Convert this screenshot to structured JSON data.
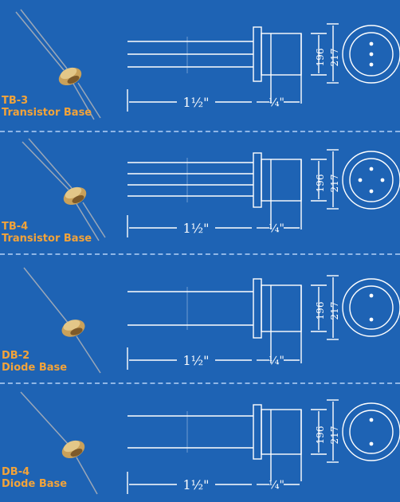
{
  "parts": [
    {
      "code": "TB-3",
      "name": "Transistor Base",
      "pins": 3,
      "dim_inner": "196",
      "dim_outer": "217",
      "dim_length": "1½\"",
      "dim_short": "¼\""
    },
    {
      "code": "TB-4",
      "name": "Transistor Base",
      "pins": 4,
      "dim_inner": "196",
      "dim_outer": "217",
      "dim_length": "1½\"",
      "dim_short": "¼\""
    },
    {
      "code": "DB-2",
      "name": "Diode Base",
      "pins": 2,
      "dim_inner": "196",
      "dim_outer": "217",
      "dim_length": "1½\"",
      "dim_short": "¼\""
    },
    {
      "code": "DB-4",
      "name": "Diode Base",
      "pins": 2,
      "dim_inner": "196",
      "dim_outer": "217",
      "dim_length": "1½\"",
      "dim_short": "¼\""
    }
  ],
  "colors": {
    "background": "#1e63b4",
    "line": "#ffffff",
    "label": "#f2a33a",
    "separator": "#8fb6e6"
  }
}
